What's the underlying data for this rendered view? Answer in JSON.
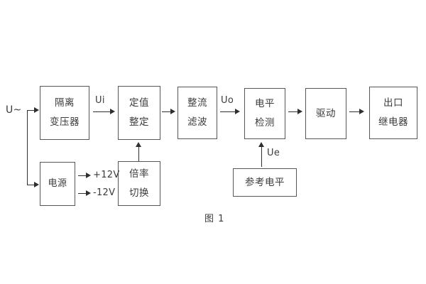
{
  "figure": {
    "caption": "图 1",
    "background": "#ffffff",
    "line_color": "#2f2f2f",
    "box_border_color": "#55565a",
    "text_color": "#3b3b3b"
  },
  "blocks": [
    {
      "id": "isolation-transformer",
      "lines": [
        "隔离",
        "变压器"
      ]
    },
    {
      "id": "setting-value",
      "lines": [
        "定值",
        "整定"
      ]
    },
    {
      "id": "rectify-filter",
      "lines": [
        "整流",
        "滤波"
      ]
    },
    {
      "id": "level-detection",
      "lines": [
        "电平",
        "检测"
      ]
    },
    {
      "id": "drive",
      "lines": [
        "驱动"
      ]
    },
    {
      "id": "output-relay",
      "lines": [
        "出口",
        "继电器"
      ]
    },
    {
      "id": "power-supply",
      "lines": [
        "电源"
      ]
    },
    {
      "id": "multiplier-switch",
      "lines": [
        "倍率",
        "切换"
      ]
    },
    {
      "id": "reference-level",
      "lines": [
        "参考电平"
      ]
    }
  ],
  "labels": {
    "input_voltage": "U~",
    "ui": "Ui",
    "uo": "Uo",
    "ue": "Ue",
    "rail_positive": "+12V",
    "rail_negative": "-12V"
  }
}
